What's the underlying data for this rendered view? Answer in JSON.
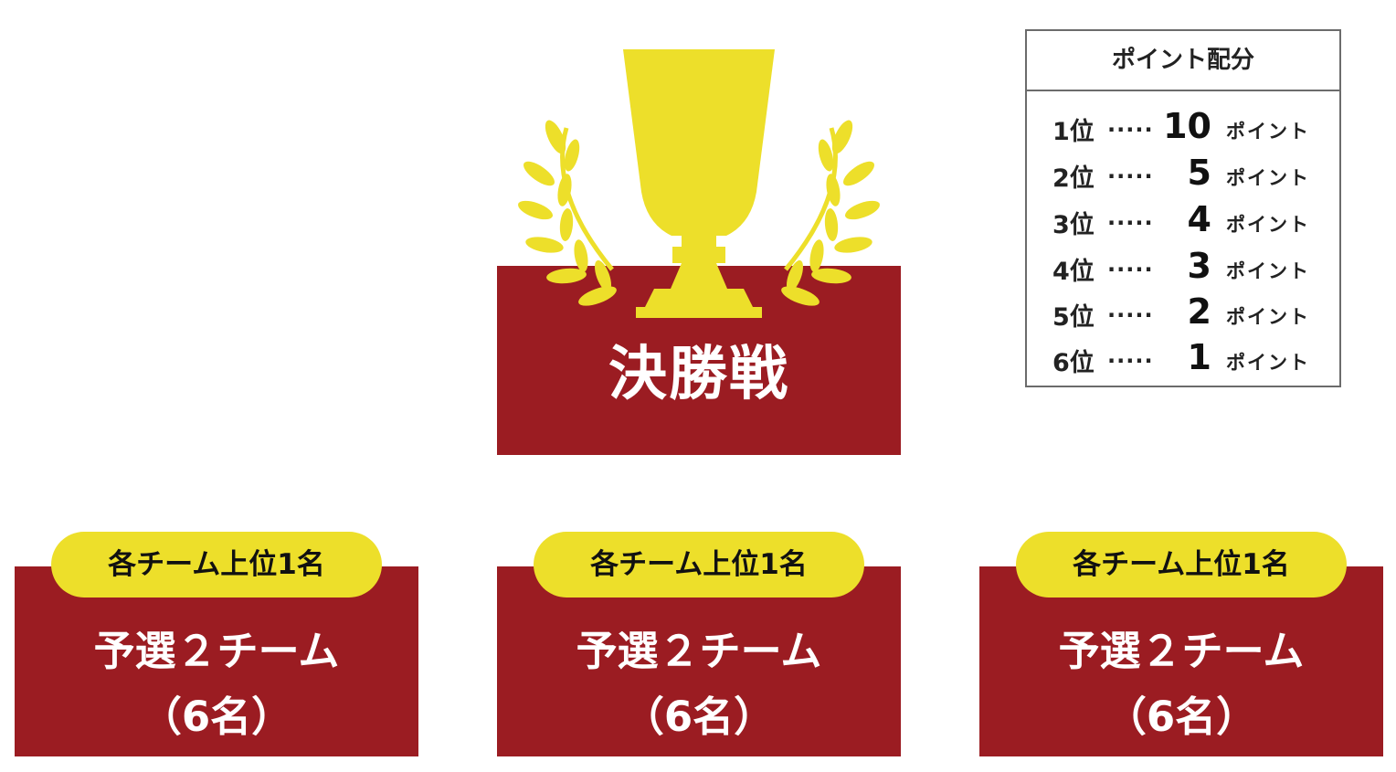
{
  "final": {
    "title": "決勝戦"
  },
  "points_table": {
    "header": "ポイント配分",
    "rows": [
      {
        "rank": "1位",
        "dots": ".....",
        "value": "10",
        "unit": "ポイント"
      },
      {
        "rank": "2位",
        "dots": ".....",
        "value": "5",
        "unit": "ポイント"
      },
      {
        "rank": "3位",
        "dots": ".....",
        "value": "4",
        "unit": "ポイント"
      },
      {
        "rank": "4位",
        "dots": ".....",
        "value": "3",
        "unit": "ポイント"
      },
      {
        "rank": "5位",
        "dots": ".....",
        "value": "2",
        "unit": "ポイント"
      },
      {
        "rank": "6位",
        "dots": ".....",
        "value": "1",
        "unit": "ポイント"
      }
    ]
  },
  "teams": [
    {
      "pill": "各チーム上位1名",
      "line1": "予選２チーム",
      "line2": "（6名）"
    },
    {
      "pill": "各チーム上位1名",
      "line1": "予選２チーム",
      "line2": "（6名）"
    },
    {
      "pill": "各チーム上位1名",
      "line1": "予選２チーム",
      "line2": "（6名）"
    }
  ],
  "colors": {
    "box_red": "#9b1c22",
    "accent_yellow": "#eddf2a",
    "border_gray": "#6b6b6b"
  },
  "icons": {
    "trophy": "trophy-icon",
    "laurel": "laurel-wreath-icon"
  }
}
